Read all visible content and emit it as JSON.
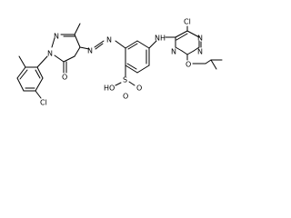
{
  "structure": {
    "atom_labels": {
      "cl_top": "Cl",
      "nh": "NH",
      "n_triazine_1": "N",
      "n_triazine_2": "N",
      "n_triazine_3": "N",
      "o_isopropoxy": "O",
      "n_azo_1": "N",
      "n_azo_2": "N",
      "n_pyrazole_1": "N",
      "n_pyrazole_2": "N",
      "o_carbonyl": "O",
      "s_sulfonyl": "S",
      "o_sulfonyl_1": "O",
      "o_sulfonyl_2": "O",
      "ho_sulfonyl": "HO",
      "cl_bottom": "Cl"
    }
  }
}
